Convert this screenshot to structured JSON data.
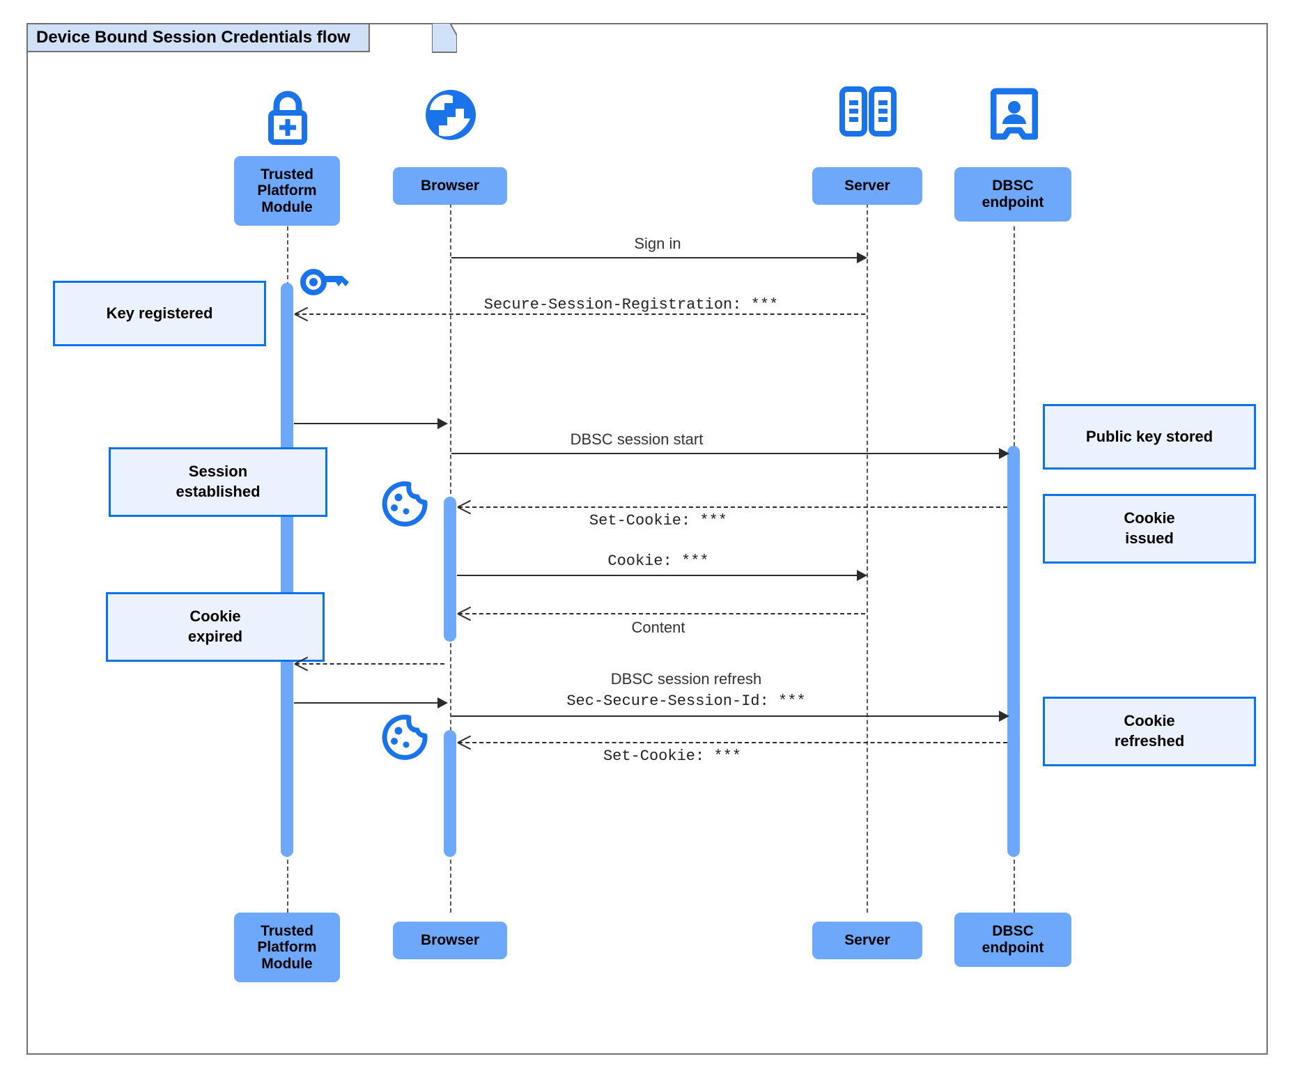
{
  "frame": {
    "title": "Device Bound Session Credentials flow"
  },
  "colors": {
    "participant_fill": "#6EA8FB",
    "note_fill": "#EAF2FD",
    "note_border": "#0B72E8",
    "icon_blue": "#1A73E8",
    "frame_border": "#707070",
    "title_fill": "#CFE0F7",
    "line": "#2b2b2b"
  },
  "participants": [
    {
      "id": "tpm",
      "label": "Trusted\nPlatform\nModule",
      "label_top": "Trusted Platform Module",
      "icon": "lock-plus-icon"
    },
    {
      "id": "browser",
      "label": "Browser",
      "icon": "globe-icon"
    },
    {
      "id": "server",
      "label": "Server",
      "icon": "server-rack-icon"
    },
    {
      "id": "dbsc",
      "label": "DBSC\nendpoint",
      "icon": "id-badge-icon"
    }
  ],
  "participant_labels": {
    "tpm_line1": "Trusted",
    "tpm_line2": "Platform",
    "tpm_line3": "Module",
    "browser": "Browser",
    "server": "Server",
    "dbsc_line1": "DBSC",
    "dbsc_line2": "endpoint"
  },
  "messages": [
    {
      "id": "m1",
      "from": "browser",
      "to": "server",
      "style": "solid",
      "label": "Sign in",
      "font": "sans"
    },
    {
      "id": "m2",
      "from": "server",
      "to": "tpm",
      "style": "dashed",
      "label": "Secure-Session-Registration: ***",
      "font": "mono"
    },
    {
      "id": "m3",
      "from": "tpm",
      "to": "browser",
      "style": "solid",
      "label": "",
      "font": "sans"
    },
    {
      "id": "m4",
      "from": "browser",
      "to": "dbsc",
      "style": "solid",
      "label": "DBSC session start",
      "font": "sans"
    },
    {
      "id": "m5",
      "from": "dbsc",
      "to": "browser",
      "style": "dashed",
      "label": "Set-Cookie: ***",
      "font": "mono"
    },
    {
      "id": "m6",
      "from": "browser",
      "to": "server",
      "style": "solid",
      "label": "Cookie: ***",
      "font": "mono"
    },
    {
      "id": "m7",
      "from": "server",
      "to": "browser",
      "style": "dashed",
      "label": "Content",
      "font": "sans"
    },
    {
      "id": "m8",
      "from": "browser",
      "to": "tpm",
      "style": "dashed",
      "label": "",
      "font": "sans"
    },
    {
      "id": "m9",
      "from": "tpm",
      "to": "browser",
      "style": "solid",
      "label": "",
      "font": "sans"
    },
    {
      "id": "m10",
      "from": "browser",
      "to": "dbsc",
      "style": "solid",
      "label": "DBSC session refresh",
      "label2": "Sec-Secure-Session-Id: ***",
      "font": "sans"
    },
    {
      "id": "m11",
      "from": "dbsc",
      "to": "browser",
      "style": "dashed",
      "label": "Set-Cookie: ***",
      "font": "mono"
    }
  ],
  "notes": [
    {
      "id": "n1",
      "side": "left",
      "text_line1": "Key registered",
      "text_line2": ""
    },
    {
      "id": "n2",
      "side": "left",
      "text_line1": "Session",
      "text_line2": "established"
    },
    {
      "id": "n3",
      "side": "left",
      "text_line1": "Cookie",
      "text_line2": "expired"
    },
    {
      "id": "n4",
      "side": "right",
      "text_line1": "Public key stored",
      "text_line2": ""
    },
    {
      "id": "n5",
      "side": "right",
      "text_line1": "Cookie",
      "text_line2": "issued"
    },
    {
      "id": "n6",
      "side": "right",
      "text_line1": "Cookie",
      "text_line2": "refreshed"
    }
  ],
  "icons": [
    {
      "id": "i1",
      "name": "key-icon",
      "near": "tpm-activation-start"
    },
    {
      "id": "i2",
      "name": "cookie-icon",
      "near": "browser-activation-set-cookie"
    },
    {
      "id": "i3",
      "name": "cookie-icon",
      "near": "browser-activation-refresh"
    }
  ]
}
